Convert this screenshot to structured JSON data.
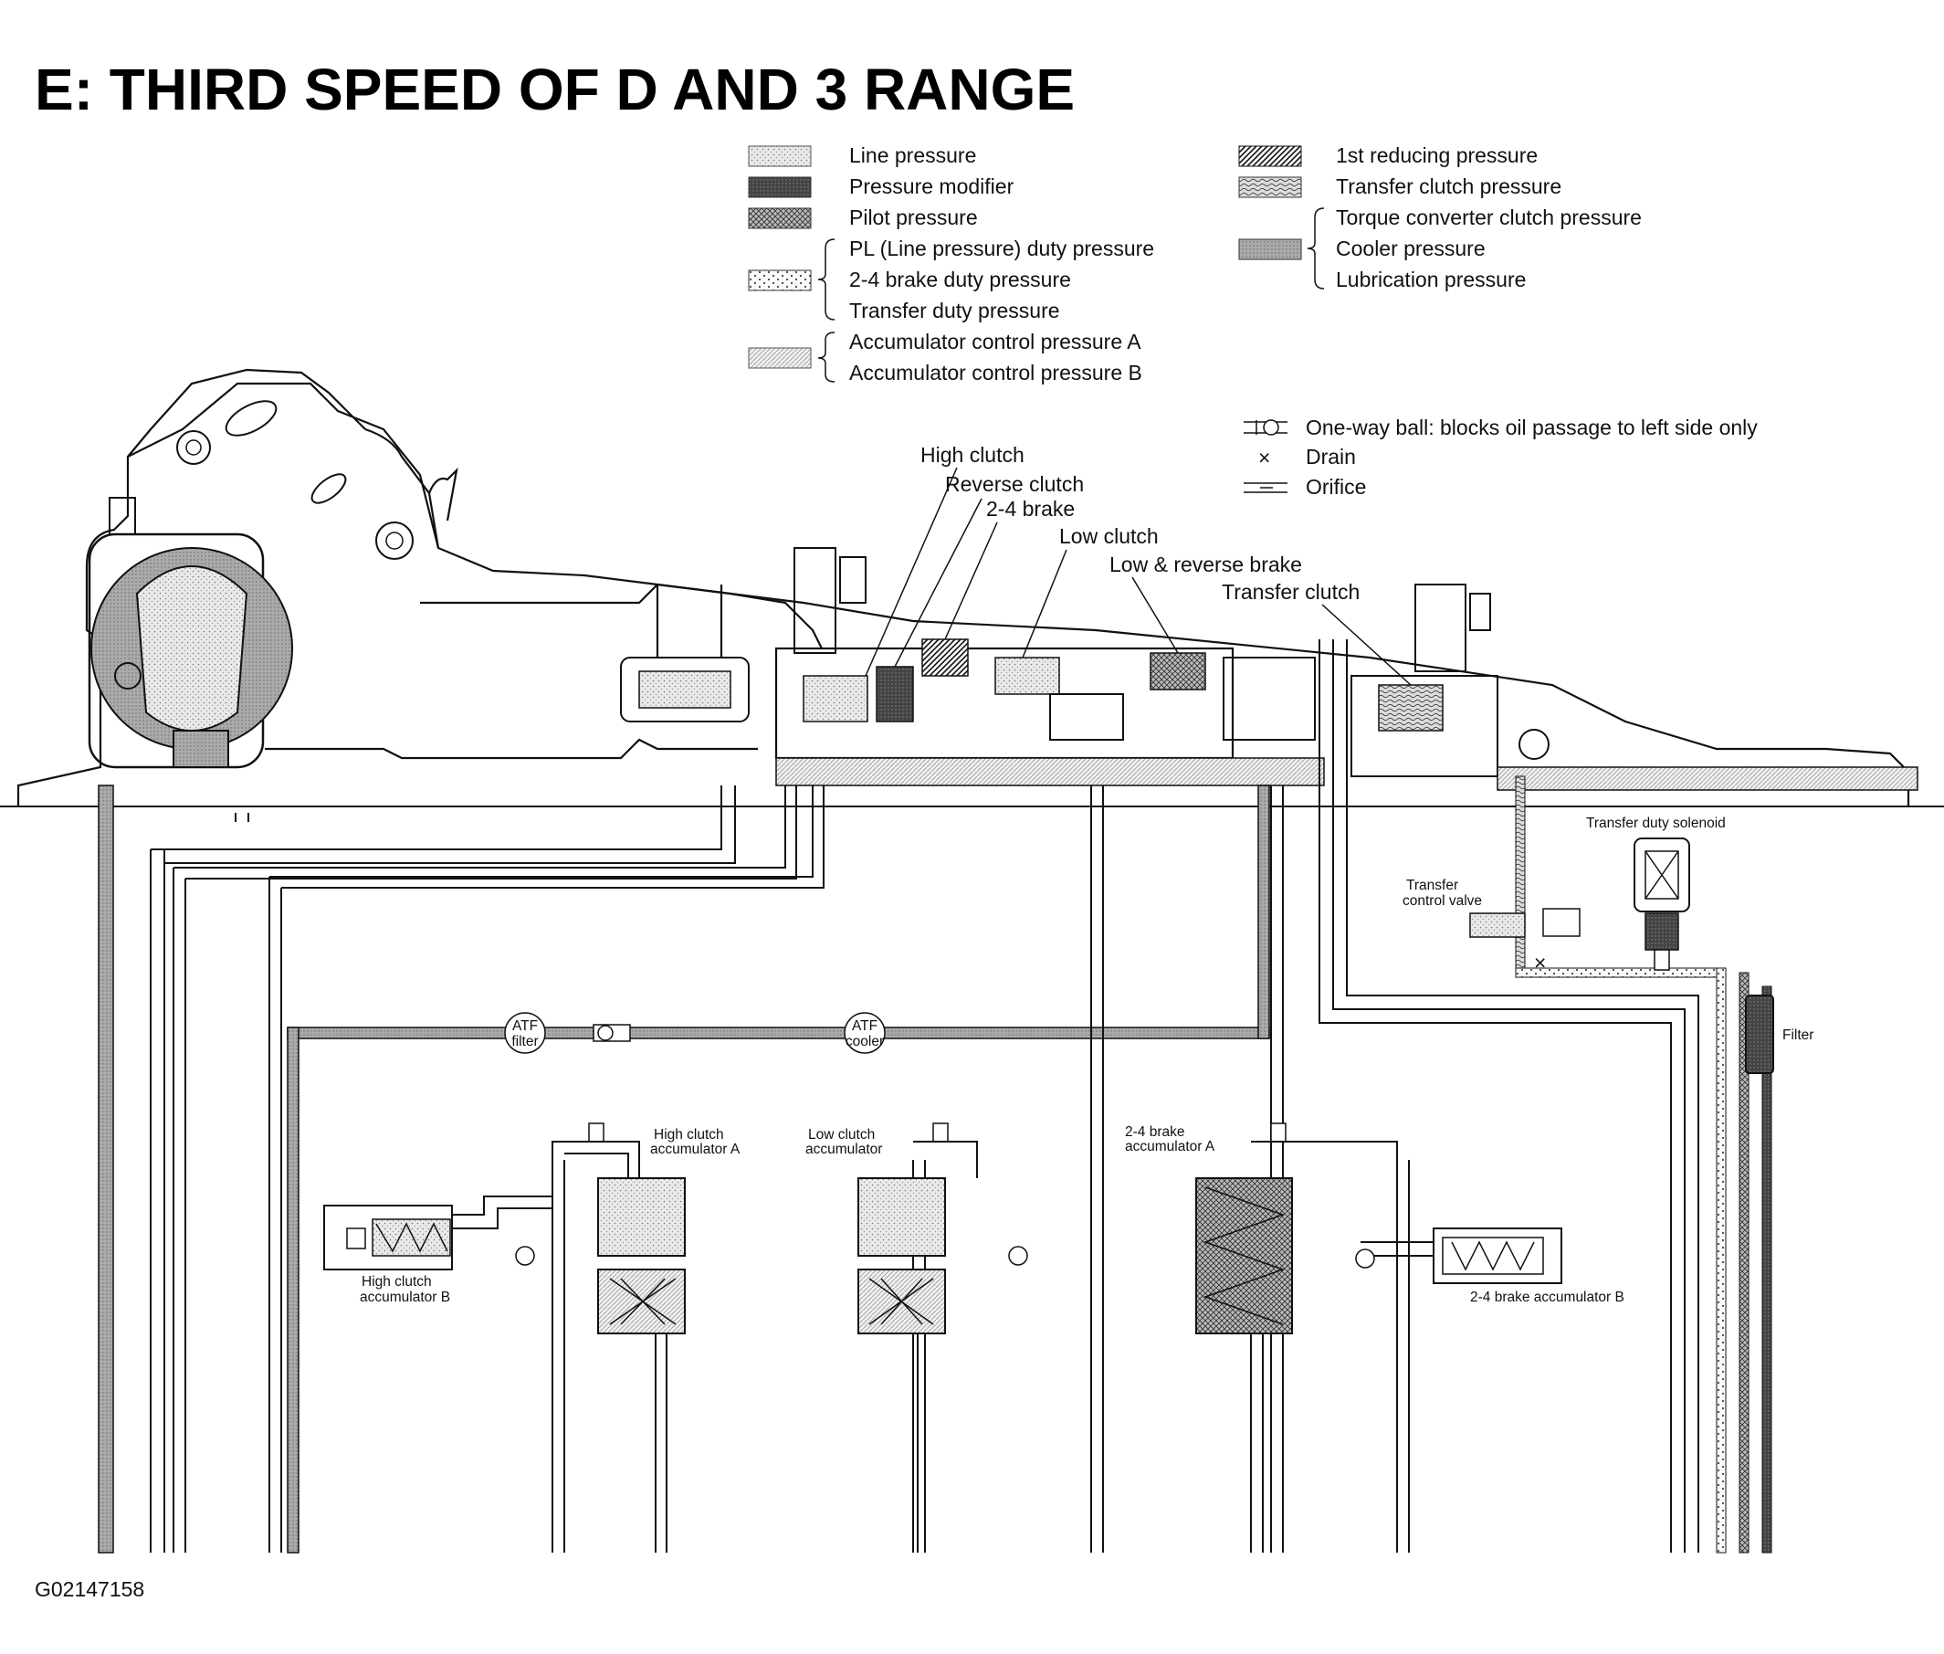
{
  "title": "E: THIRD SPEED OF D AND 3 RANGE",
  "figure_id": "G02147158",
  "legend": {
    "left": [
      {
        "label": "Line pressure",
        "swatch": "line"
      },
      {
        "label": "Pressure modifier",
        "swatch": "modifier"
      },
      {
        "label": "Pilot pressure",
        "swatch": "pilot"
      },
      {
        "label": "PL (Line pressure) duty pressure",
        "swatch": "duty"
      },
      {
        "label": "2-4 brake duty pressure",
        "swatch": "duty"
      },
      {
        "label": "Transfer duty pressure",
        "swatch": "duty"
      },
      {
        "label": "Accumulator control pressure A",
        "swatch": "accum"
      },
      {
        "label": "Accumulator control pressure B",
        "swatch": "accum"
      }
    ],
    "right": [
      {
        "label": "1st reducing pressure",
        "swatch": "reducing"
      },
      {
        "label": "Transfer clutch pressure",
        "swatch": "transfer"
      },
      {
        "label": "Torque converter clutch pressure",
        "swatch": "cooler"
      },
      {
        "label": "Cooler pressure",
        "swatch": "cooler"
      },
      {
        "label": "Lubrication pressure",
        "swatch": "cooler"
      }
    ]
  },
  "symbols": [
    {
      "label": "One-way ball: blocks oil passage to left side only",
      "icon": "one-way-ball-icon"
    },
    {
      "label": "Drain",
      "icon": "drain-icon"
    },
    {
      "label": "Orifice",
      "icon": "orifice-icon"
    }
  ],
  "components": {
    "high_clutch": "High clutch",
    "reverse_clutch": "Reverse clutch",
    "brake_24": "2-4 brake",
    "low_clutch": "Low clutch",
    "low_reverse_brake": "Low & reverse brake",
    "transfer_clutch": "Transfer clutch",
    "transfer_duty_solenoid": "Transfer duty solenoid",
    "transfer_control_valve_1": "Transfer",
    "transfer_control_valve_2": "control valve",
    "filter": "Filter",
    "atf": "ATF",
    "atf_filter": "filter",
    "atf_cooler": "cooler",
    "hc_accum_a_1": "High clutch",
    "hc_accum_a_2": "accumulator A",
    "hc_accum_b_1": "High clutch",
    "hc_accum_b_2": "accumulator B",
    "lc_accum_1": "Low clutch",
    "lc_accum_2": "accumulator",
    "b24_accum_a_1": "2-4 brake",
    "b24_accum_a_2": "accumulator A",
    "b24_accum_b": "2-4 brake accumulator B"
  }
}
